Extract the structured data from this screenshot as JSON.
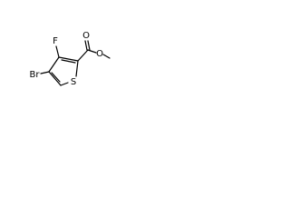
{
  "molecule": {
    "atoms": {
      "bromine": "Br",
      "fluorine": "F",
      "sulfur": "S",
      "carbonyl_oxygen": "O",
      "ester_oxygen": "O"
    }
  }
}
